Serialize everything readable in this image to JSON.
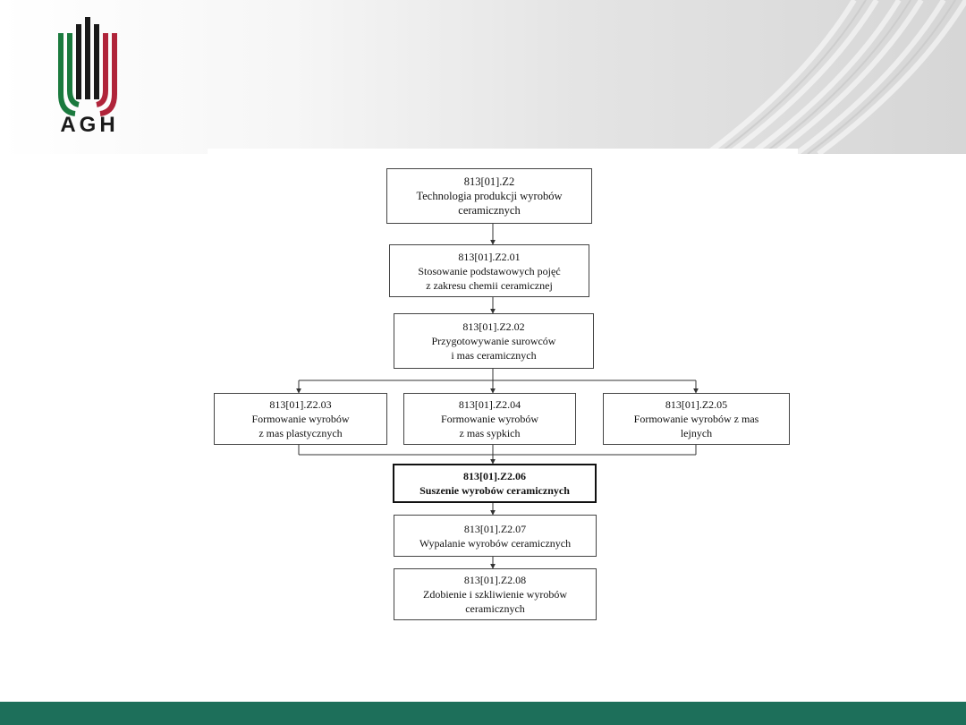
{
  "logo": {
    "text": "AGH",
    "colors": {
      "green": "#1b7a3e",
      "black": "#1a1a1a",
      "red": "#b0243a"
    }
  },
  "theme": {
    "footer": "#1d6f5a"
  },
  "diagram": {
    "nodes": {
      "z2": {
        "code": "813[01].Z2",
        "lines": [
          "Technologia produkcji wyrobów",
          "ceramicznych"
        ]
      },
      "z201": {
        "code": "813[01].Z2.01",
        "lines": [
          "Stosowanie podstawowych pojęć",
          "z zakresu chemii ceramicznej"
        ]
      },
      "z202": {
        "code": "813[01].Z2.02",
        "lines": [
          "Przygotowywanie surowców",
          "i mas ceramicznych"
        ]
      },
      "z203": {
        "code": "813[01].Z2.03",
        "lines": [
          "Formowanie wyrobów",
          "z mas plastycznych"
        ]
      },
      "z204": {
        "code": "813[01].Z2.04",
        "lines": [
          "Formowanie wyrobów",
          "z mas sypkich"
        ]
      },
      "z205": {
        "code": "813[01].Z2.05",
        "lines": [
          "Formowanie wyrobów z mas",
          "lejnych"
        ]
      },
      "z206": {
        "code": "813[01].Z2.06",
        "lines": [
          "Suszenie wyrobów ceramicznych"
        ]
      },
      "z207": {
        "code": "813[01].Z2.07",
        "lines": [
          "Wypalanie wyrobów ceramicznych"
        ]
      },
      "z208": {
        "code": "813[01].Z2.08",
        "lines": [
          "Zdobienie i szkliwienie wyrobów",
          "ceramicznych"
        ]
      }
    }
  }
}
